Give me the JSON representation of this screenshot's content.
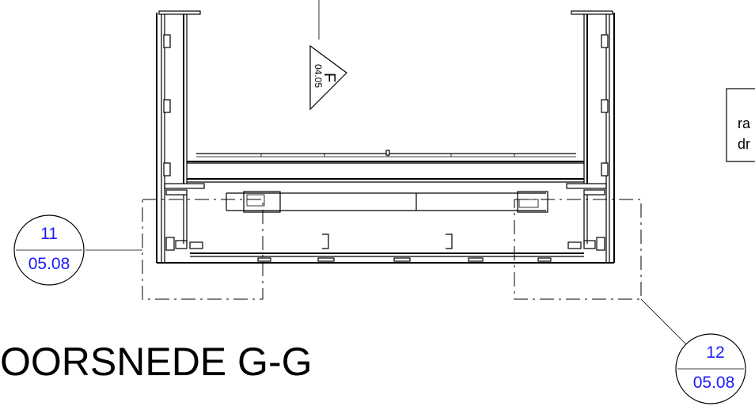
{
  "section_title": "OORSNEDE G-G",
  "section_marker": {
    "letter": "F",
    "sheet": "04.05"
  },
  "detail_callouts": [
    {
      "detail": "11",
      "sheet": "05.08"
    },
    {
      "detail": "12",
      "sheet": "05.08"
    }
  ],
  "note_box": {
    "line1": "ra",
    "line2": "dr"
  },
  "colors": {
    "line": "#000000",
    "callout_text": "#1a1aff",
    "background": "#ffffff"
  }
}
